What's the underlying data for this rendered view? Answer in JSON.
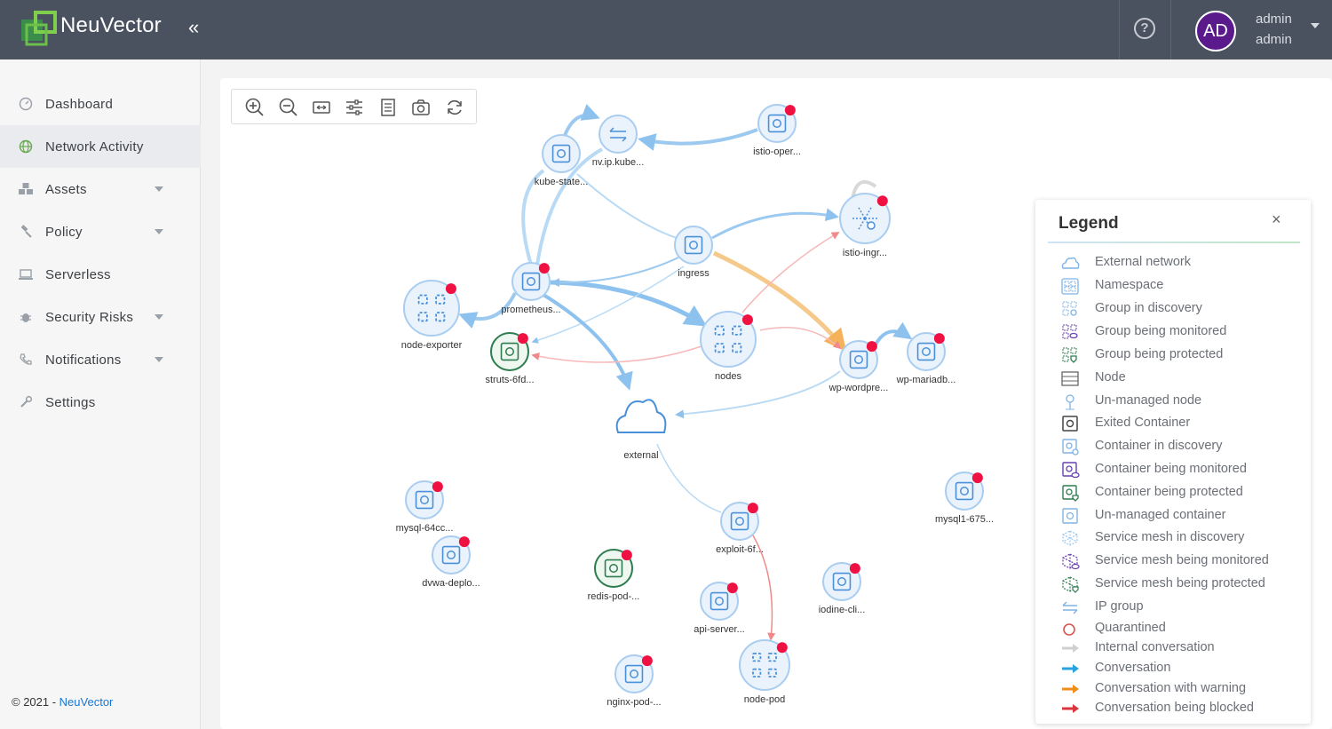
{
  "header": {
    "brand": "NeuVector",
    "collapse_icon": "double-chevron-left",
    "help_icon": "question-circle",
    "avatar_initials": "AD",
    "user_name": "admin",
    "user_role": "admin"
  },
  "sidebar": {
    "items": [
      {
        "label": "Dashboard",
        "icon": "speedometer-icon",
        "has_caret": false,
        "active": false
      },
      {
        "label": "Network Activity",
        "icon": "globe-icon",
        "has_caret": false,
        "active": true
      },
      {
        "label": "Assets",
        "icon": "cubes-icon",
        "has_caret": true,
        "active": false
      },
      {
        "label": "Policy",
        "icon": "gavel-icon",
        "has_caret": true,
        "active": false
      },
      {
        "label": "Serverless",
        "icon": "laptop-icon",
        "has_caret": false,
        "active": false
      },
      {
        "label": "Security Risks",
        "icon": "bug-icon",
        "has_caret": true,
        "active": false
      },
      {
        "label": "Notifications",
        "icon": "phone-icon",
        "has_caret": true,
        "active": false
      },
      {
        "label": "Settings",
        "icon": "wrench-icon",
        "has_caret": false,
        "active": false
      }
    ],
    "footer_prefix": "© 2021 - ",
    "footer_link": "NeuVector"
  },
  "toolbar": {
    "buttons": [
      "zoom-in",
      "zoom-out",
      "fit-view",
      "filter-settings",
      "report",
      "screenshot",
      "refresh"
    ]
  },
  "graph": {
    "nodes": [
      {
        "id": "nv",
        "label": "nv.ip.kube...",
        "kind": "ipgroup",
        "alert": false
      },
      {
        "id": "kube",
        "label": "kube-state...",
        "kind": "container",
        "alert": false
      },
      {
        "id": "istioop",
        "label": "istio-oper...",
        "kind": "container",
        "alert": true
      },
      {
        "id": "ingress",
        "label": "ingress",
        "kind": "container",
        "alert": false
      },
      {
        "id": "istioingr",
        "label": "istio-ingr...",
        "kind": "mesh",
        "alert": true
      },
      {
        "id": "prom",
        "label": "prometheus...",
        "kind": "container",
        "alert": true
      },
      {
        "id": "nodeexp",
        "label": "node-exporter",
        "kind": "group",
        "alert": true
      },
      {
        "id": "struts",
        "label": "struts-6fd...",
        "kind": "protected",
        "alert": true
      },
      {
        "id": "nodes",
        "label": "nodes",
        "kind": "group",
        "alert": true
      },
      {
        "id": "wp",
        "label": "wp-wordpre...",
        "kind": "container",
        "alert": true
      },
      {
        "id": "mariadb",
        "label": "wp-mariadb...",
        "kind": "container",
        "alert": true
      },
      {
        "id": "external",
        "label": "external",
        "kind": "cloud",
        "alert": false
      },
      {
        "id": "mysql",
        "label": "mysql-64cc...",
        "kind": "container",
        "alert": true
      },
      {
        "id": "dvwa",
        "label": "dvwa-deplo...",
        "kind": "container",
        "alert": true
      },
      {
        "id": "redis",
        "label": "redis-pod-...",
        "kind": "protected",
        "alert": true
      },
      {
        "id": "exploit",
        "label": "exploit-6f...",
        "kind": "container",
        "alert": true
      },
      {
        "id": "api",
        "label": "api-server...",
        "kind": "container",
        "alert": true
      },
      {
        "id": "iodine",
        "label": "iodine-cli...",
        "kind": "container",
        "alert": true
      },
      {
        "id": "mysql1",
        "label": "mysql1-675...",
        "kind": "container",
        "alert": true
      },
      {
        "id": "nginx",
        "label": "nginx-pod-...",
        "kind": "container",
        "alert": true
      },
      {
        "id": "nodepod",
        "label": "node-pod",
        "kind": "group",
        "alert": true
      }
    ]
  },
  "legend": {
    "title": "Legend",
    "close": "×",
    "items": [
      {
        "label": "External network",
        "icon": "cloud-icon"
      },
      {
        "label": "Namespace",
        "icon": "namespace-icon"
      },
      {
        "label": "Group in discovery",
        "icon": "group-discovery-icon"
      },
      {
        "label": "Group being monitored",
        "icon": "group-monitored-icon"
      },
      {
        "label": "Group being protected",
        "icon": "group-protected-icon"
      },
      {
        "label": "Node",
        "icon": "node-icon"
      },
      {
        "label": "Un-managed node",
        "icon": "unmanaged-node-icon"
      },
      {
        "label": "Exited Container",
        "icon": "exited-container-icon"
      },
      {
        "label": "Container in discovery",
        "icon": "container-discovery-icon"
      },
      {
        "label": "Container being monitored",
        "icon": "container-monitored-icon"
      },
      {
        "label": "Container being protected",
        "icon": "container-protected-icon"
      },
      {
        "label": "Un-managed container",
        "icon": "unmanaged-container-icon"
      },
      {
        "label": "Service mesh in discovery",
        "icon": "mesh-discovery-icon"
      },
      {
        "label": "Service mesh being monitored",
        "icon": "mesh-monitored-icon"
      },
      {
        "label": "Service mesh being protected",
        "icon": "mesh-protected-icon"
      },
      {
        "label": "IP group",
        "icon": "ip-group-icon"
      },
      {
        "label": "Quarantined",
        "icon": "quarantined-icon"
      },
      {
        "label": "Internal conversation",
        "icon": "arrow-gray-icon"
      },
      {
        "label": "Conversation",
        "icon": "arrow-blue-icon"
      },
      {
        "label": "Conversation with warning",
        "icon": "arrow-orange-icon"
      },
      {
        "label": "Conversation being blocked",
        "icon": "arrow-red-icon"
      }
    ]
  },
  "colors": {
    "topbar": "#4a5260",
    "avatar": "#5a1a8c",
    "node_blue": "#4a90d9",
    "node_green": "#2e7d4f",
    "alert_red": "#ee1142",
    "edge_blue": "#9cc9ef",
    "edge_orange": "#f5b25a",
    "edge_red": "#f0a0a0"
  }
}
